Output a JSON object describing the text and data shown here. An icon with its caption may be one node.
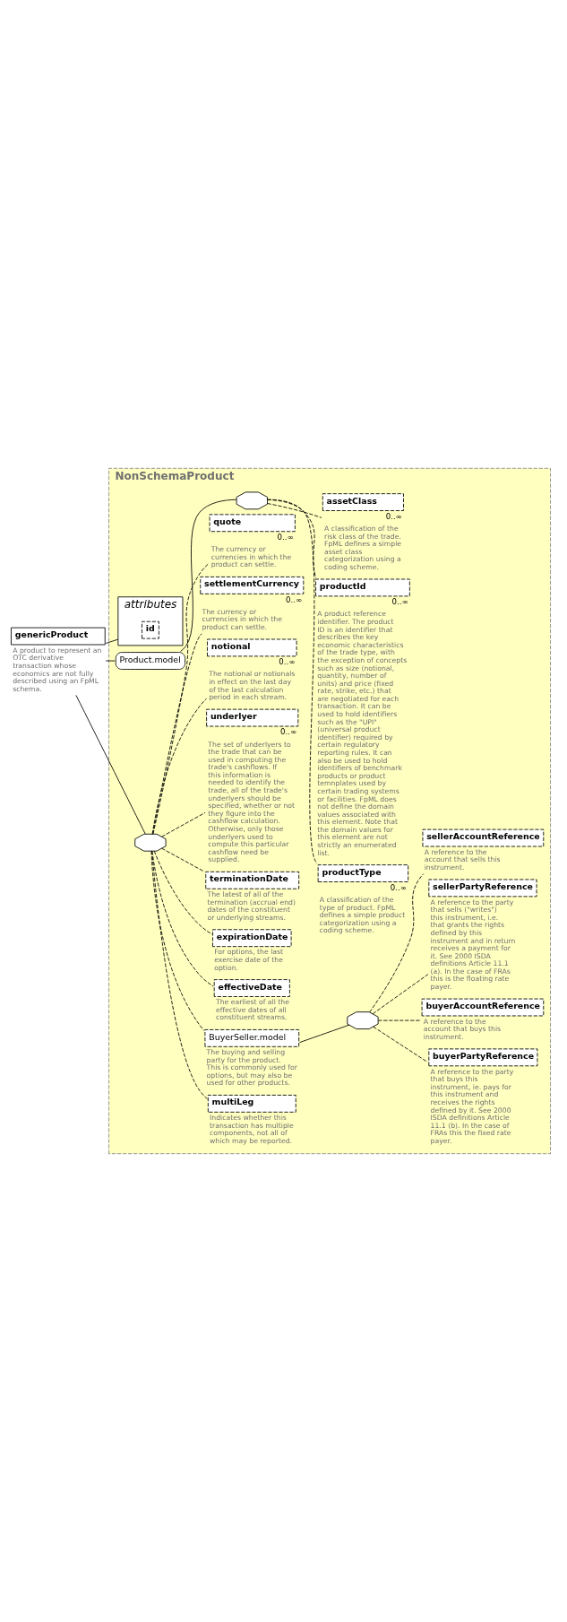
{
  "diagram": {
    "nodes": [
      {
        "text": [
          "genericProduct"
        ],
        "beside": [
          "A product to represent an OTC derivative transaction whose economics are not fully described using an FpML schema."
        ]
      },
      {
        "text": [
          "NonSchemaProduct"
        ]
      },
      {
        "text": [
          "attributes"
        ],
        "in": 1
      },
      {
        "text": [
          "id"
        ],
        "in": 2
      },
      {
        "text": [
          "Product.model"
        ],
        "in": 1
      },
      {
        "text": [],
        "shape": "octagon",
        "in": 1
      },
      {
        "text": [
          "productType"
        ],
        "in": 1,
        "beside": [
          "0..∞",
          "A classification of the type of product. FpML defines a simple product categorization using a coding scheme."
        ]
      },
      {
        "text": [
          "productId"
        ],
        "in": 1,
        "beside": [
          "0..∞",
          "A product reference identifier. The product ID is an identifier that describes the key economic characteristics of the trade type, with the exception of concepts such as size (notional, quantity, number of units) and price (fixed rate, strike, etc.) that are negotiated for each transaction. It can be used to hold identifiers such as the \"UPI\" (universal product identifier) required by certain regulatory reporting rules. It can also be used to hold identifiers of benchmark products or product temnplates used by certain trading systems or facilities. FpML does not define the domain values associated with this element. Note that the domain values for this element are not strictly an enumerated list."
        ]
      },
      {
        "text": [
          "assetClass"
        ],
        "in": 1,
        "beside": [
          "0..∞",
          "A classification of the risk class of the trade. FpML defines a simple asset class categorization using a coding scheme."
        ]
      },
      {
        "text": [],
        "shape": "octagon",
        "in": 1
      },
      {
        "text": [
          "multiLeg"
        ],
        "in": 1,
        "beside": [
          "Indicates whether this transaction has multiple components, not all of which may be reported."
        ]
      },
      {
        "text": [
          "BuyerSeller.model"
        ],
        "in": 1,
        "beside": [
          "The buying and selling party for the product. This is commonly used for options, but may also be used for other products."
        ]
      },
      {
        "text": [],
        "shape": "octagon",
        "in": 1
      },
      {
        "text": [
          "buyerPartyReference"
        ],
        "in": 1,
        "beside": [
          "A reference to the party that buys this instrument, ie. pays for this instrument and receives the rights defined by it. See 2000 ISDA definitions Article 11.1 (b). In the case of FRAs this the fixed rate payer."
        ]
      },
      {
        "text": [
          "buyerAccountReference"
        ],
        "in": 1,
        "beside": [
          "A reference to the account that buys this instrument."
        ]
      },
      {
        "text": [
          "sellerPartyReference"
        ],
        "in": 1,
        "beside": [
          "A reference to the party that sells (\"writes\") this instrument, i.e. that grants the rights defined by this instrument and in return receives a payment for it. See 2000 ISDA definitions Article 11.1 (a). In the case of FRAs this is the floating rate payer."
        ]
      },
      {
        "text": [
          "sellerAccountReference"
        ],
        "in": 1,
        "beside": [
          "A reference to the account that sells this instrument."
        ]
      },
      {
        "text": [
          "effectiveDate"
        ],
        "in": 1,
        "beside": [
          "The earliest of all the effective dates of all constituent streams."
        ]
      },
      {
        "text": [
          "expirationDate"
        ],
        "in": 1,
        "beside": [
          "For options, the last exercise date of the option."
        ]
      },
      {
        "text": [
          "terminationDate"
        ],
        "in": 1,
        "beside": [
          "The latest of all of the termination (accrual end) dates of the constituent or underlying streams."
        ]
      },
      {
        "text": [
          "underlyer"
        ],
        "in": 1,
        "beside": [
          "0..∞",
          "The set of underlyers to the trade that can be used in computing the trade's cashflows. If this information is needed to identify the trade, all of the trade's underlyers should be specified, whether or not they figure into the cashflow calculation. Otherwise, only those underlyers used to compute this particular cashflow need be supplied."
        ]
      },
      {
        "text": [
          "notional"
        ],
        "in": 1,
        "beside": [
          "0..∞",
          "The notional or notionals in effect on the last day of the last calculation period in each stream."
        ]
      },
      {
        "text": [
          "settlementCurrency"
        ],
        "in": 1,
        "beside": [
          "0..∞",
          "The currency or currencies in which the product can settle."
        ]
      },
      {
        "text": [
          "quote"
        ],
        "in": 1,
        "beside": [
          "0..∞",
          "The currency or currencies in which the product can settle."
        ]
      }
    ],
    "edges": [
      {
        "from": 0,
        "to": 2,
        "arrow": "none"
      },
      {
        "from": 0,
        "to": 4,
        "arrow": "none"
      },
      {
        "from": 0,
        "to": 9,
        "arrow": "none"
      },
      {
        "from": 4,
        "to": 5,
        "arrow": "none"
      },
      {
        "from": 5,
        "to": 6,
        "arrow": "none",
        "style": "dashed"
      },
      {
        "from": 5,
        "to": 7,
        "arrow": "none",
        "style": "dashed"
      },
      {
        "from": 5,
        "to": 8,
        "arrow": "none",
        "style": "dashed"
      },
      {
        "from": 9,
        "to": 10,
        "arrow": "none",
        "style": "dashed"
      },
      {
        "from": 9,
        "to": 11,
        "arrow": "none",
        "style": "dashed"
      },
      {
        "from": 11,
        "to": 12,
        "arrow": "none"
      },
      {
        "from": 12,
        "to": 13,
        "arrow": "none",
        "style": "dashed"
      },
      {
        "from": 12,
        "to": 14,
        "arrow": "none",
        "style": "dashed"
      },
      {
        "from": 12,
        "to": 15,
        "arrow": "none",
        "style": "dashed"
      },
      {
        "from": 12,
        "to": 16,
        "arrow": "none",
        "style": "dashed"
      },
      {
        "from": 9,
        "to": 17,
        "arrow": "none",
        "style": "dashed"
      },
      {
        "from": 9,
        "to": 18,
        "arrow": "none",
        "style": "dashed"
      },
      {
        "from": 9,
        "to": 19,
        "arrow": "none",
        "style": "dashed"
      },
      {
        "from": 9,
        "to": 20,
        "arrow": "none",
        "style": "dashed"
      },
      {
        "from": 9,
        "to": 21,
        "arrow": "none",
        "style": "dashed"
      },
      {
        "from": 9,
        "to": 22,
        "arrow": "none",
        "style": "dashed"
      },
      {
        "from": 9,
        "to": 23,
        "arrow": "none",
        "style": "dashed"
      }
    ]
  }
}
